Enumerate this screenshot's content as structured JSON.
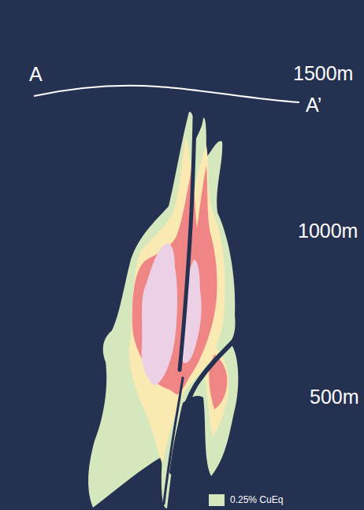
{
  "diagram": {
    "labels": [
      "A",
      "A’",
      "1500m",
      "1000m",
      "500m"
    ],
    "legend": [
      {
        "text": "0.25% CuEq",
        "color": "#d5e7bd"
      }
    ]
  }
}
